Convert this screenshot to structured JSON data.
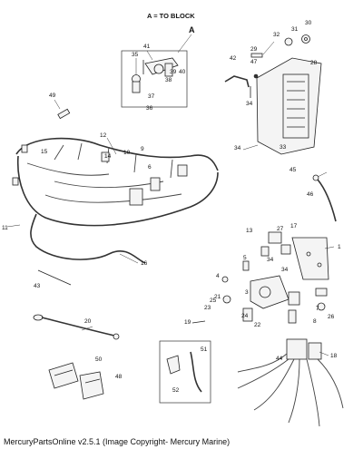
{
  "header": {
    "legend": "A = TO BLOCK",
    "detail_letter": "A"
  },
  "callouts": [
    "1",
    "3",
    "4",
    "5",
    "6",
    "7",
    "8",
    "9",
    "10",
    "11",
    "12",
    "13",
    "14",
    "15",
    "16",
    "17",
    "18",
    "19",
    "20",
    "21",
    "22",
    "23",
    "24",
    "25",
    "26",
    "27",
    "28",
    "29",
    "30",
    "31",
    "32",
    "33",
    "34",
    "35",
    "36",
    "37",
    "38",
    "39",
    "40",
    "41",
    "42",
    "43",
    "44",
    "45",
    "46",
    "47",
    "48",
    "49",
    "50",
    "51",
    "52"
  ],
  "footer": "MercuryPartsOnline v2.5.1 (Image Copyright- Mercury Marine)"
}
